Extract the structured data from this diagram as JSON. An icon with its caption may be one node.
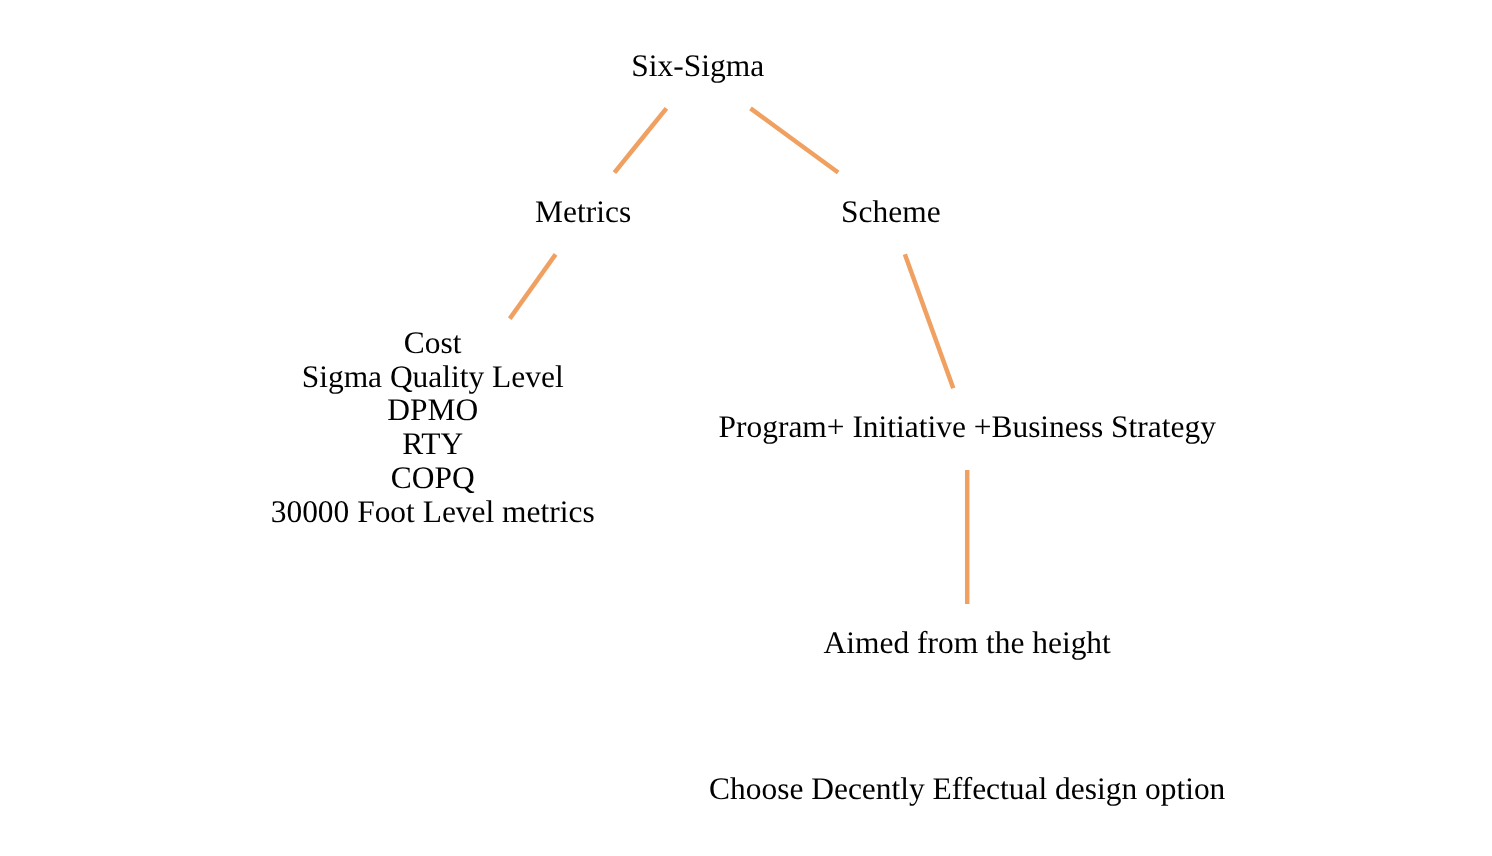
{
  "diagram": {
    "nodes": [
      {
        "text": [
          "Six-Sigma"
        ]
      },
      {
        "text": [
          "Metrics"
        ]
      },
      {
        "text": [
          "Scheme"
        ]
      },
      {
        "text": [
          "Cost",
          "Sigma Quality Level",
          "DPMO",
          "RTY",
          "COPQ",
          "30000 Foot Level metrics"
        ]
      },
      {
        "text": [
          "Program+ Initiative +Business Strategy"
        ]
      },
      {
        "text": [
          "Aimed from the height"
        ]
      }
    ],
    "edges": [
      {
        "from": 0,
        "to": 1,
        "arrow": "none"
      },
      {
        "from": 0,
        "to": 2,
        "arrow": "none"
      },
      {
        "from": 1,
        "to": 3,
        "arrow": "none"
      },
      {
        "from": 2,
        "to": 4,
        "arrow": "none"
      },
      {
        "from": 4,
        "to": 5,
        "arrow": "none"
      }
    ],
    "labels": [
      "Choose Decently Effectual design option"
    ]
  }
}
